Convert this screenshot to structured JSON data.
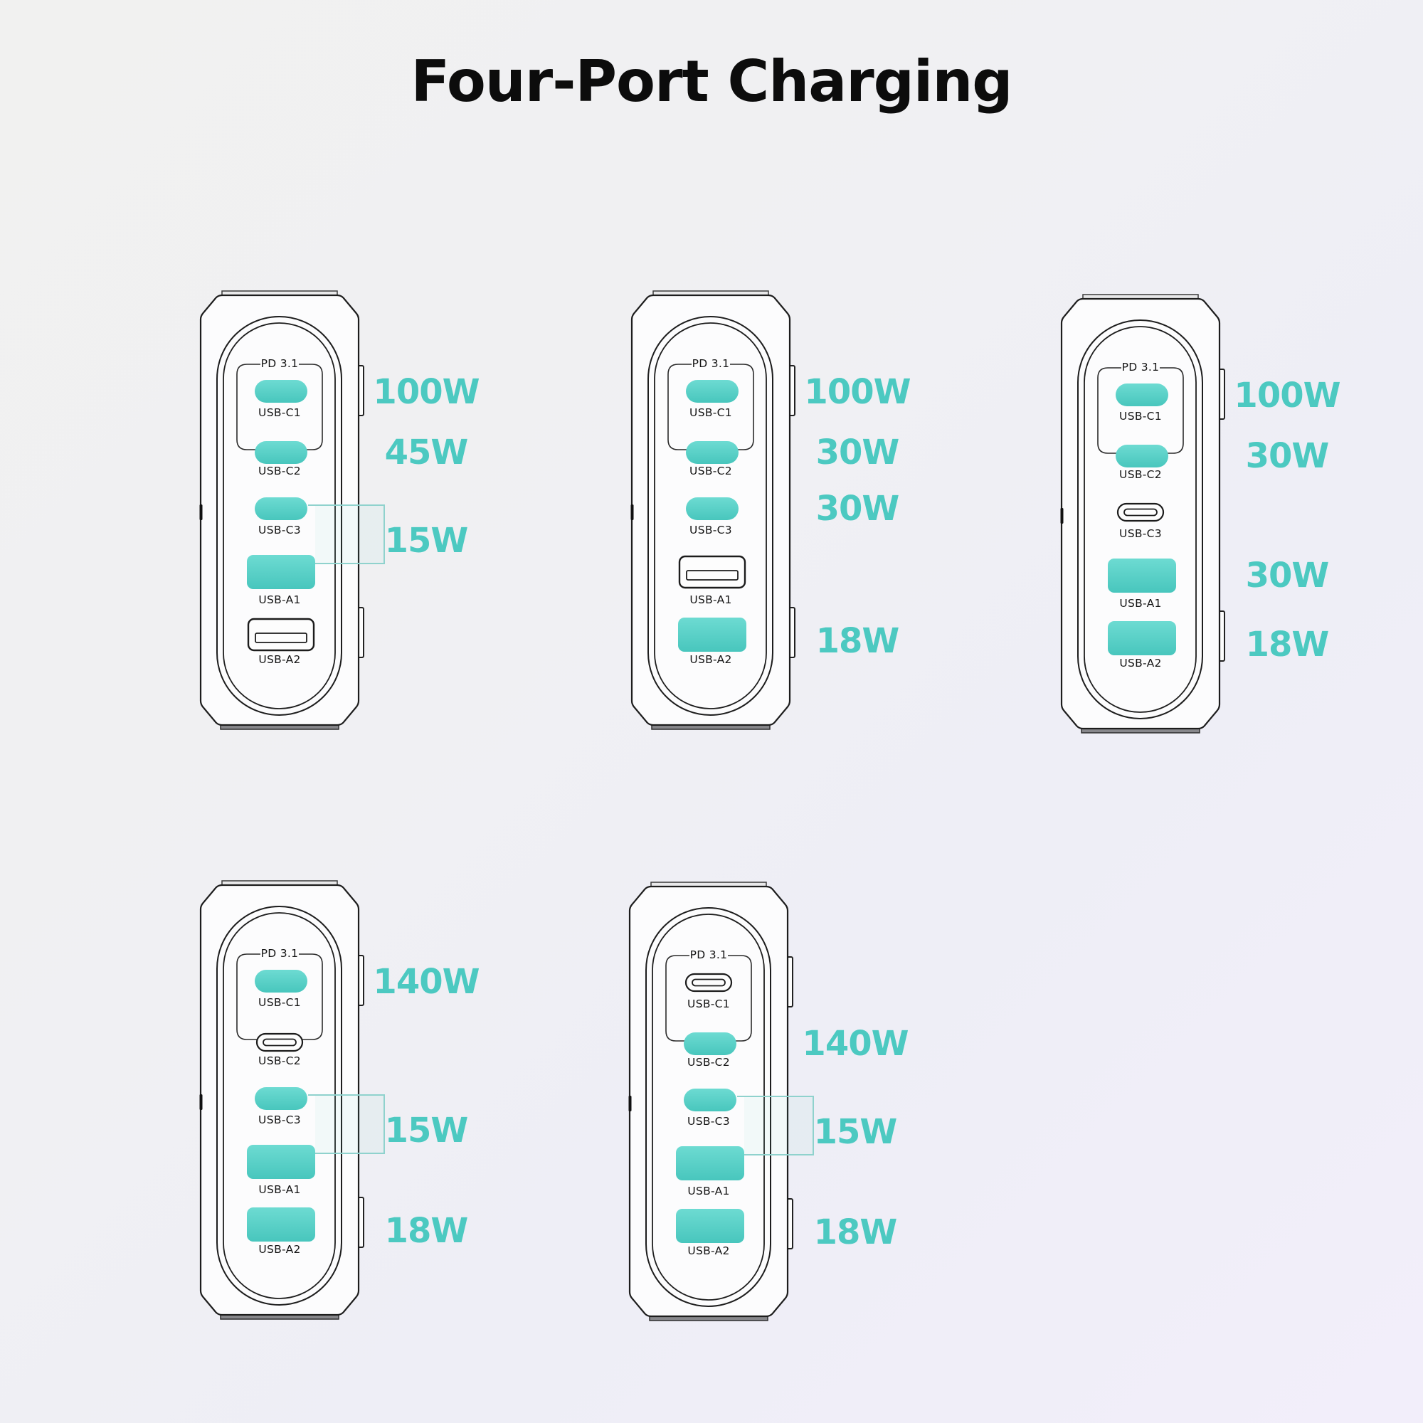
{
  "title": "Four-Port Charging",
  "colors": {
    "accent_teal": "#4cc9c1",
    "port_fill_top": "#6ddbd2",
    "port_fill_bottom": "#48c6bd",
    "outline": "#1d1d1d",
    "bracket": "#8fd2cd",
    "background_start": "#f1f1f0",
    "background_end": "#f2eefa"
  },
  "chargers": [
    {
      "pd_label": "PD 3.1",
      "ports": [
        {
          "label": "USB-C1",
          "type": "usb-c",
          "filled": true
        },
        {
          "label": "USB-C2",
          "type": "usb-c",
          "filled": true
        },
        {
          "label": "USB-C3",
          "type": "usb-c",
          "filled": true
        },
        {
          "label": "USB-A1",
          "type": "usb-a",
          "filled": true
        },
        {
          "label": "USB-A2",
          "type": "usb-a",
          "filled": false
        }
      ],
      "wattages": [
        {
          "text": "100W",
          "row": "USB-C1"
        },
        {
          "text": "45W",
          "row": "USB-C2"
        },
        {
          "text": "15W",
          "row": "USB-C3 + USB-A1 shared",
          "bracket": true
        }
      ]
    },
    {
      "pd_label": "PD 3.1",
      "ports": [
        {
          "label": "USB-C1",
          "type": "usb-c",
          "filled": true
        },
        {
          "label": "USB-C2",
          "type": "usb-c",
          "filled": true
        },
        {
          "label": "USB-C3",
          "type": "usb-c",
          "filled": true
        },
        {
          "label": "USB-A1",
          "type": "usb-a",
          "filled": false
        },
        {
          "label": "USB-A2",
          "type": "usb-a",
          "filled": true
        }
      ],
      "wattages": [
        {
          "text": "100W",
          "row": "USB-C1"
        },
        {
          "text": "30W",
          "row": "USB-C2"
        },
        {
          "text": "30W",
          "row": "USB-C3"
        },
        {
          "text": "18W",
          "row": "USB-A2"
        }
      ]
    },
    {
      "pd_label": "PD 3.1",
      "ports": [
        {
          "label": "USB-C1",
          "type": "usb-c",
          "filled": true
        },
        {
          "label": "USB-C2",
          "type": "usb-c",
          "filled": true
        },
        {
          "label": "USB-C3",
          "type": "usb-c",
          "filled": false
        },
        {
          "label": "USB-A1",
          "type": "usb-a",
          "filled": true
        },
        {
          "label": "USB-A2",
          "type": "usb-a",
          "filled": true
        }
      ],
      "wattages": [
        {
          "text": "100W",
          "row": "USB-C1"
        },
        {
          "text": "30W",
          "row": "USB-C2"
        },
        {
          "text": "30W",
          "row": "USB-A1"
        },
        {
          "text": "18W",
          "row": "USB-A2"
        }
      ]
    },
    {
      "pd_label": "PD 3.1",
      "ports": [
        {
          "label": "USB-C1",
          "type": "usb-c",
          "filled": true
        },
        {
          "label": "USB-C2",
          "type": "usb-c",
          "filled": false
        },
        {
          "label": "USB-C3",
          "type": "usb-c",
          "filled": true
        },
        {
          "label": "USB-A1",
          "type": "usb-a",
          "filled": true
        },
        {
          "label": "USB-A2",
          "type": "usb-a",
          "filled": true
        }
      ],
      "wattages": [
        {
          "text": "140W",
          "row": "USB-C1"
        },
        {
          "text": "15W",
          "row": "USB-C3 + USB-A1 shared",
          "bracket": true
        },
        {
          "text": "18W",
          "row": "USB-A2"
        }
      ]
    },
    {
      "pd_label": "PD 3.1",
      "ports": [
        {
          "label": "USB-C1",
          "type": "usb-c",
          "filled": false
        },
        {
          "label": "USB-C2",
          "type": "usb-c",
          "filled": true
        },
        {
          "label": "USB-C3",
          "type": "usb-c",
          "filled": true
        },
        {
          "label": "USB-A1",
          "type": "usb-a",
          "filled": true
        },
        {
          "label": "USB-A2",
          "type": "usb-a",
          "filled": true
        }
      ],
      "wattages": [
        {
          "text": "140W",
          "row": "USB-C2"
        },
        {
          "text": "15W",
          "row": "USB-C3 + USB-A1 shared",
          "bracket": true
        },
        {
          "text": "18W",
          "row": "USB-A2"
        }
      ]
    }
  ]
}
